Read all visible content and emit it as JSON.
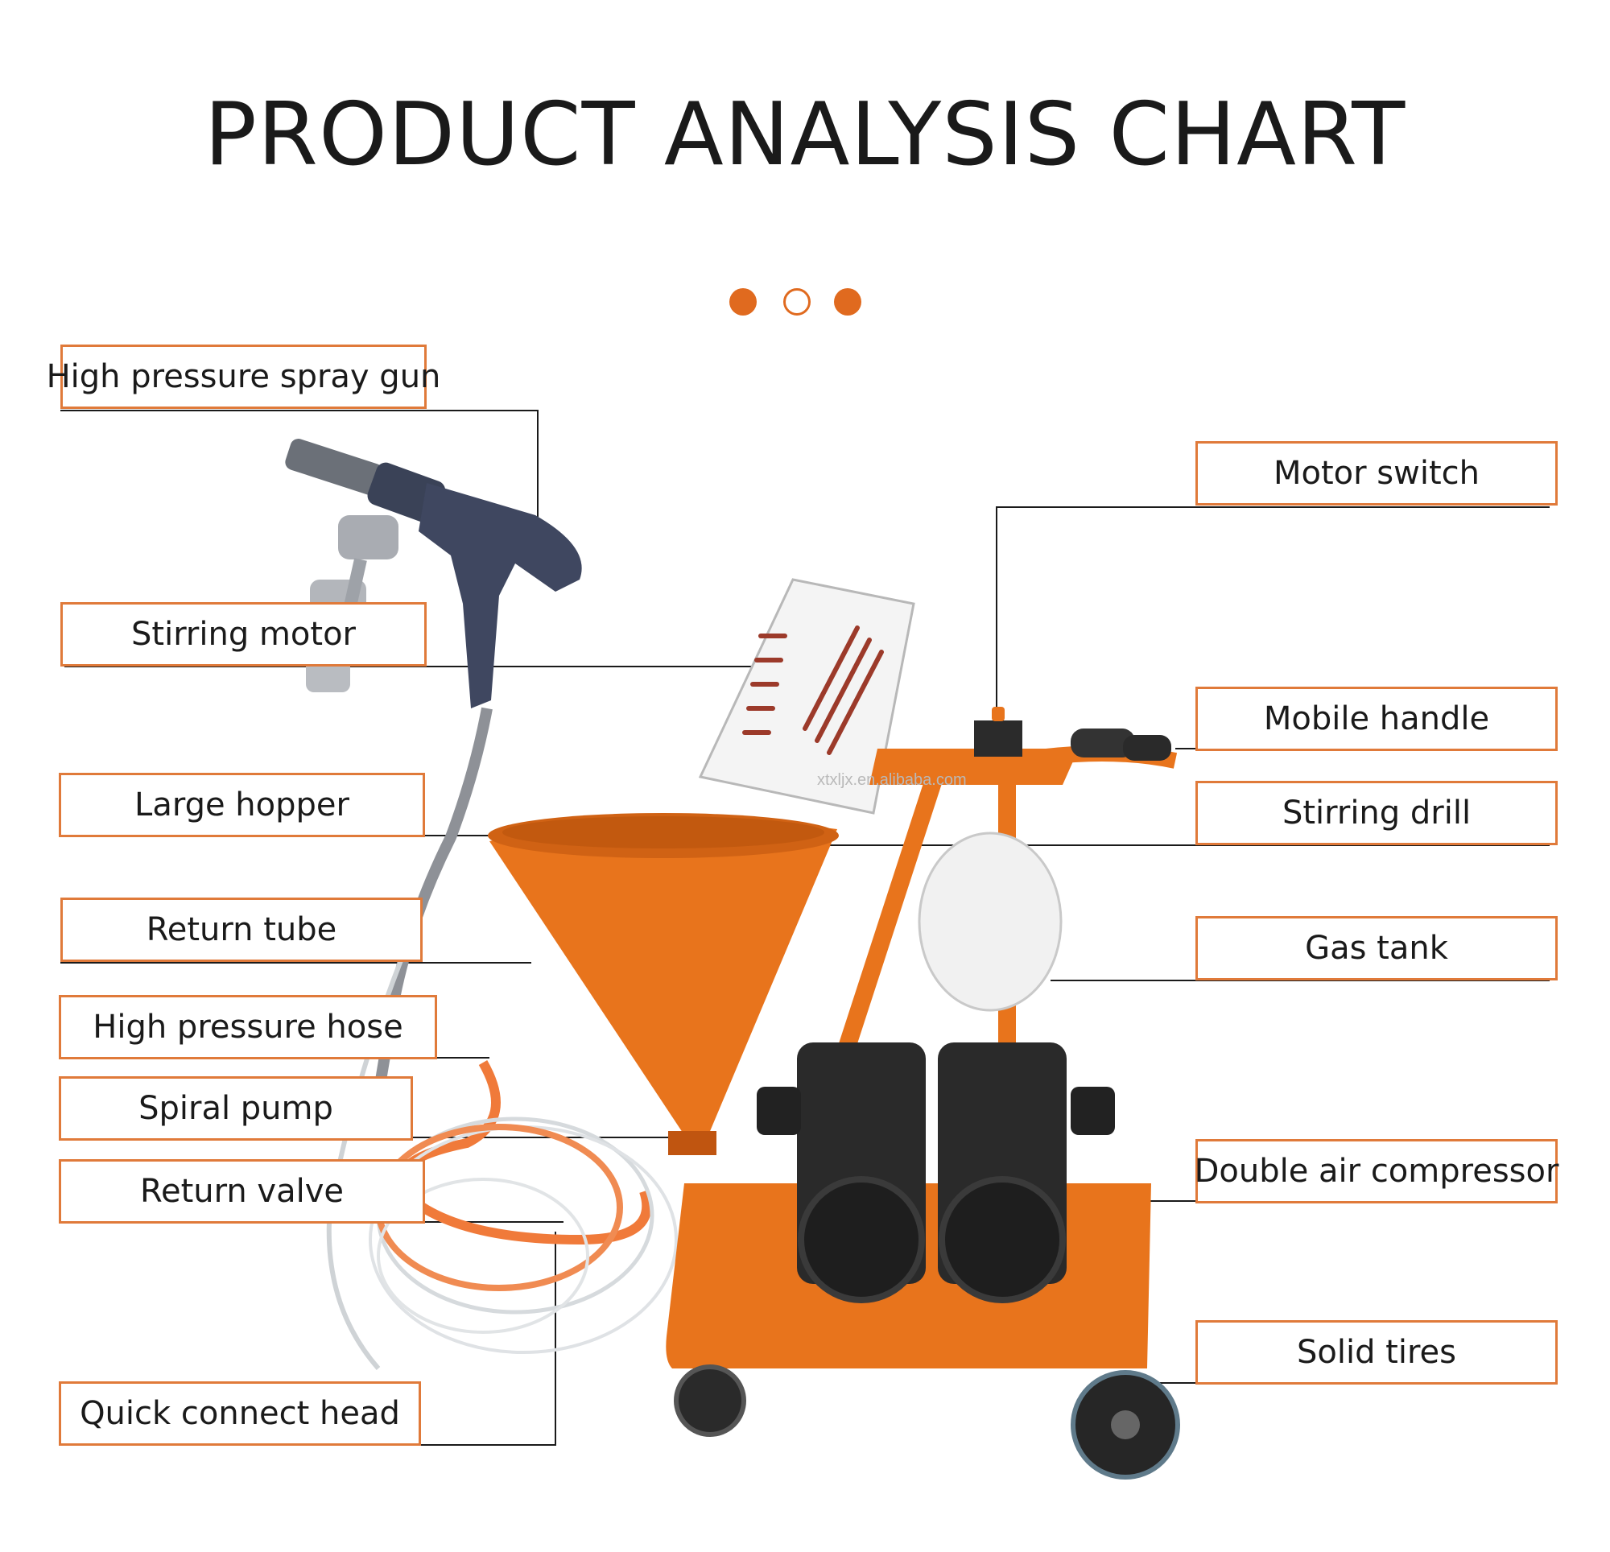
{
  "title": "PRODUCT ANALYSIS CHART",
  "dots": [
    "#e06a1f",
    "#ffffff",
    "#e06a1f"
  ],
  "labels": {
    "spray_gun": "High pressure spray gun",
    "stirring_motor": "Stirring motor",
    "large_hopper": "Large hopper",
    "return_tube": "Return tube",
    "high_pressure_hose": "High pressure hose",
    "spiral_pump": "Spiral pump",
    "return_valve": "Return valve",
    "quick_connect_head": "Quick connect head",
    "motor_switch": "Motor switch",
    "mobile_handle": "Mobile handle",
    "stirring_drill": "Stirring drill",
    "gas_tank": "Gas tank",
    "double_air_compressor": "Double air compressor",
    "solid_tires": "Solid tires"
  },
  "watermark": "xtxljx.en.alibaba.com",
  "colors": {
    "accent": "#e07a3a",
    "machine_orange": "#e8741c",
    "text": "#1a1a1a",
    "leader_line": "#1a1a1a"
  }
}
